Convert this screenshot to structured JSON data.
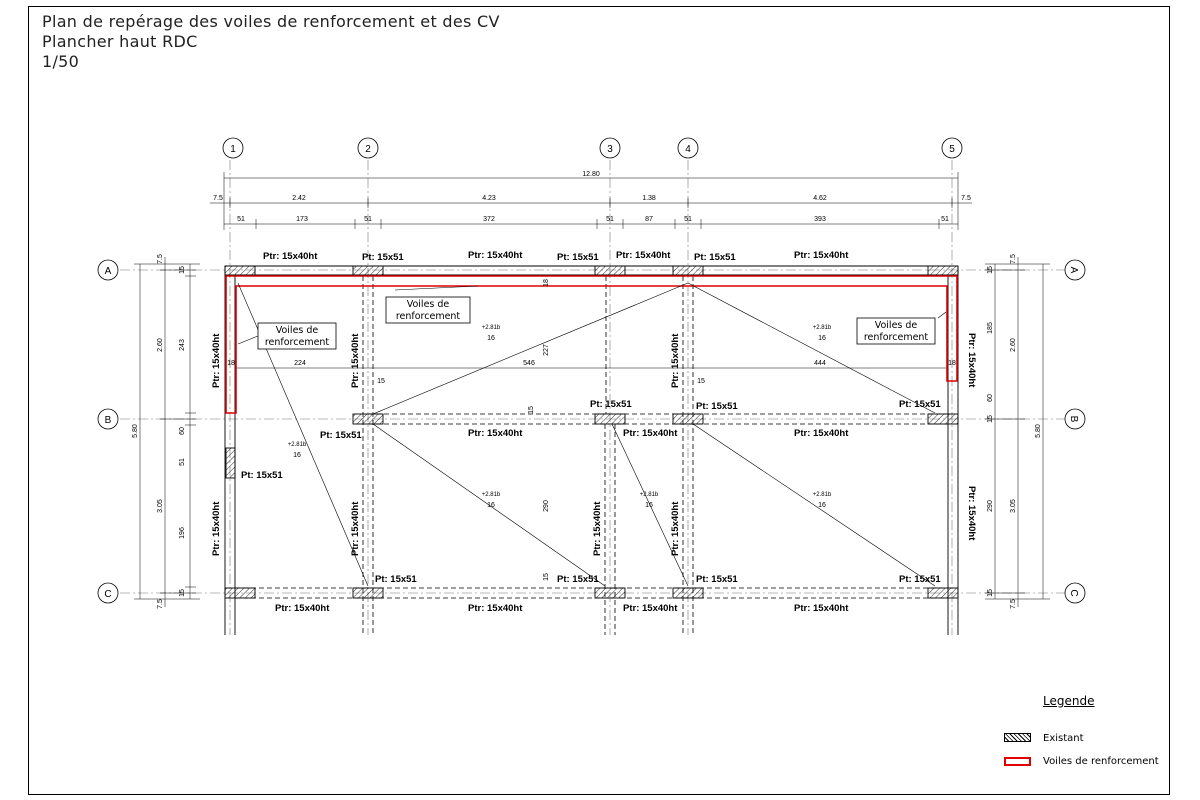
{
  "title": {
    "line1": "Plan de repérage des voiles de renforcement et des CV",
    "line2": "Plancher haut RDC",
    "scale": "1/50"
  },
  "grid": {
    "cols": [
      "1",
      "2",
      "3",
      "4",
      "5"
    ],
    "rows": [
      "A",
      "B",
      "C"
    ]
  },
  "dims": {
    "total": "12.80",
    "edge_left": "7.5",
    "edge_right": "7.5",
    "spans": [
      "2.42",
      "4.23",
      "1.38",
      "4.62"
    ],
    "clear": [
      "173",
      "372",
      "87",
      "393"
    ],
    "col_width": "51",
    "left_total": "5.80",
    "left_ab": "2.60",
    "left_bc": "3.05",
    "left_top": "7.5",
    "left_bottom": "7.5",
    "left_243": "243",
    "left_60": "60",
    "left_51": "51",
    "left_196": "196",
    "right_185": "185",
    "right_60": "60",
    "right_290": "290",
    "interior_227": "227",
    "interior_290": "290",
    "small_15": "15",
    "small_18": "18",
    "h_224": "224",
    "h_546": "546",
    "h_444": "444"
  },
  "labels": {
    "beam": "Ptr: 15x40ht",
    "post": "Pt: 15x51",
    "voile": [
      "Voiles de",
      "renforcement"
    ],
    "slab_top": "+2.81b",
    "slab_num": "16"
  },
  "legend": {
    "title": "Legende",
    "existing": "Existant",
    "reinforcement": "Voiles de renforcement"
  },
  "colors": {
    "reinforcement": "#e00000",
    "line": "#000000"
  }
}
